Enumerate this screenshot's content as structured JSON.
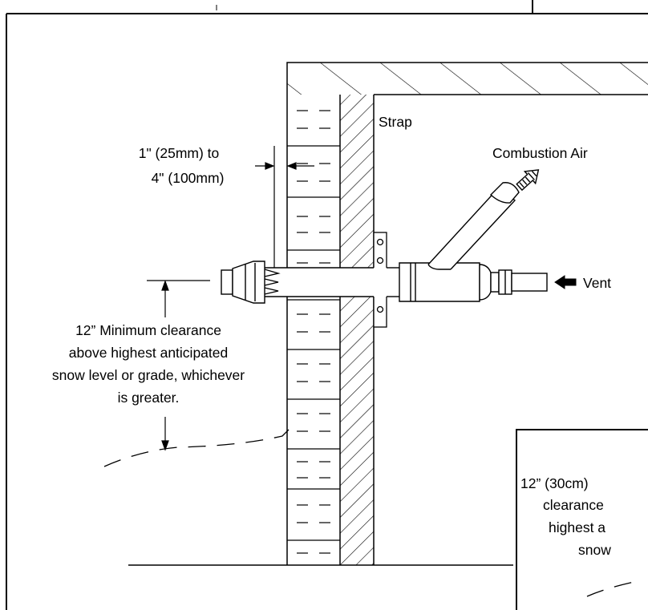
{
  "labels": {
    "strap": "Strap",
    "combustion_air": "Combustion Air",
    "vent": "Vent",
    "gap_line1": "1\" (25mm) to",
    "gap_line2": "4\" (100mm)",
    "clearance_line1": "12” Minimum clearance",
    "clearance_line2": "above highest anticipated",
    "clearance_line3": "snow level or grade, whichever",
    "clearance_line4": "is greater.",
    "inset_line1": "12” (30cm)",
    "inset_line2": "clearance",
    "inset_line3": "highest a",
    "inset_line4": "snow"
  }
}
